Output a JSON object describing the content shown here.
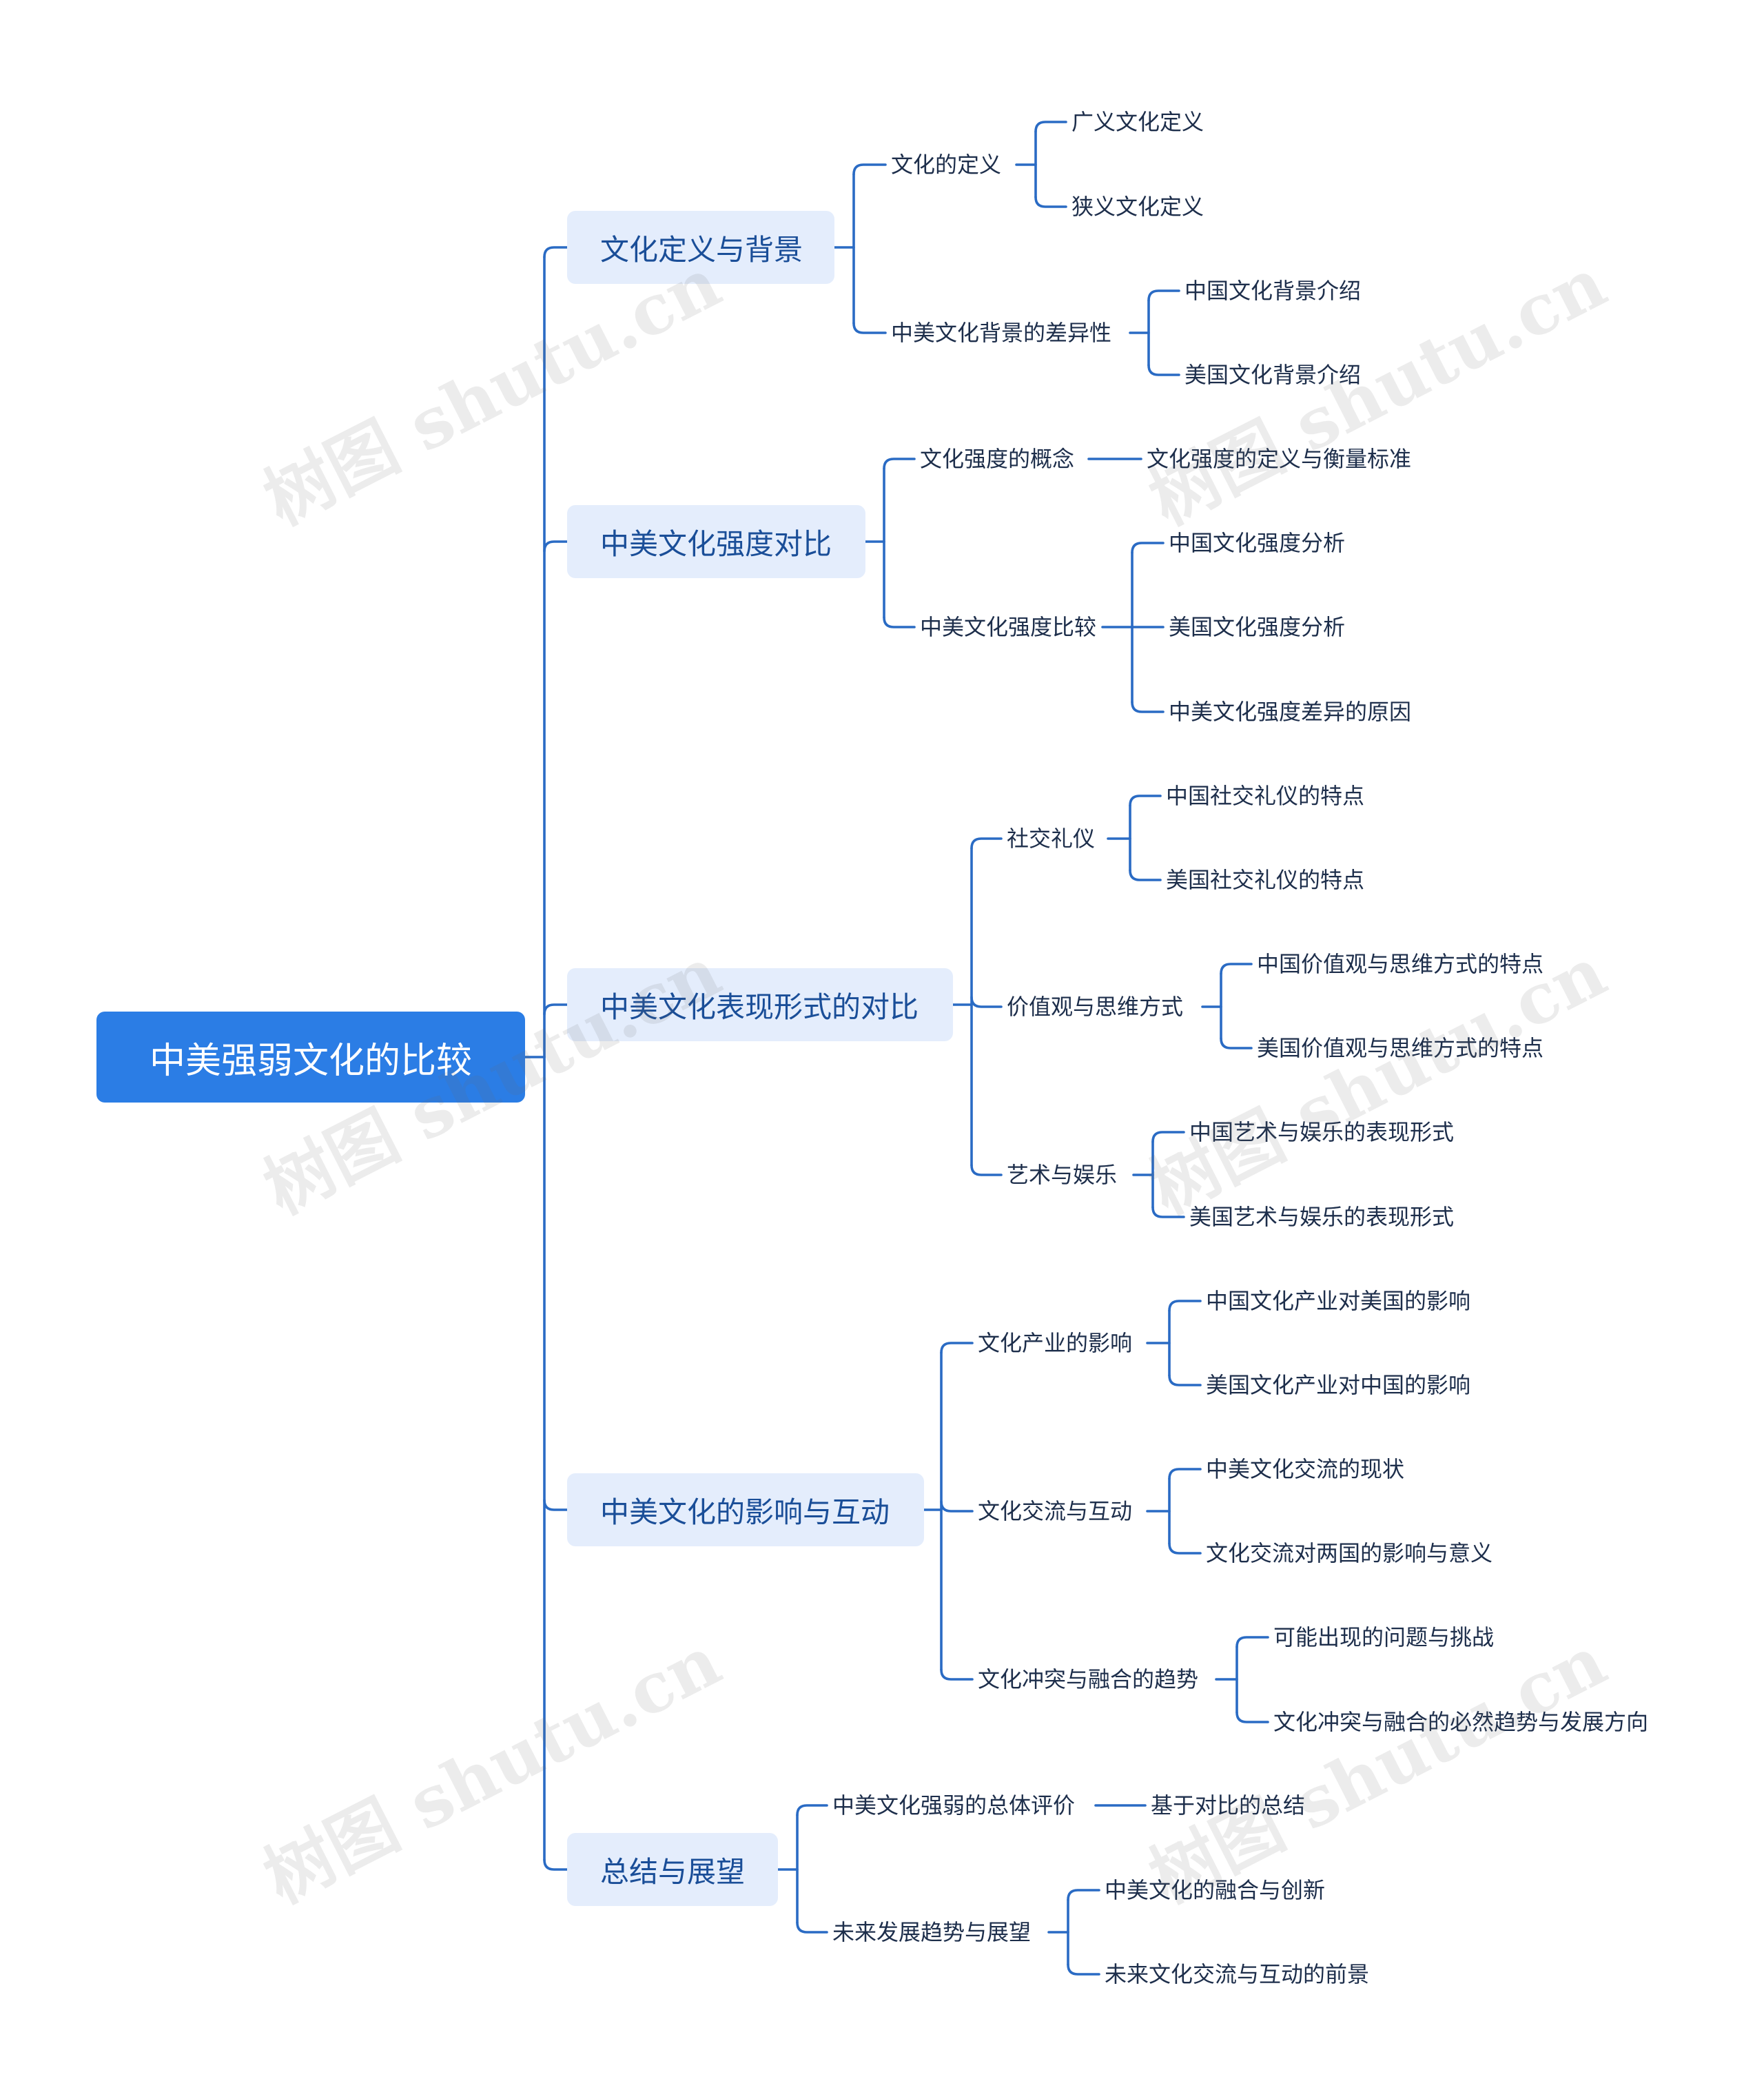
{
  "root": "中美强弱文化的比较",
  "watermark": "树图 shutu.cn",
  "branches": [
    {
      "label": "文化定义与背景",
      "children": [
        {
          "label": "文化的定义",
          "children": [
            "广义文化定义",
            "狭义文化定义"
          ]
        },
        {
          "label": "中美文化背景的差异性",
          "children": [
            "中国文化背景介绍",
            "美国文化背景介绍"
          ]
        }
      ]
    },
    {
      "label": "中美文化强度对比",
      "children": [
        {
          "label": "文化强度的概念",
          "children": [
            "文化强度的定义与衡量标准"
          ]
        },
        {
          "label": "中美文化强度比较",
          "children": [
            "中国文化强度分析",
            "美国文化强度分析",
            "中美文化强度差异的原因"
          ]
        }
      ]
    },
    {
      "label": "中美文化表现形式的对比",
      "children": [
        {
          "label": "社交礼仪",
          "children": [
            "中国社交礼仪的特点",
            "美国社交礼仪的特点"
          ]
        },
        {
          "label": "价值观与思维方式",
          "children": [
            "中国价值观与思维方式的特点",
            "美国价值观与思维方式的特点"
          ]
        },
        {
          "label": "艺术与娱乐",
          "children": [
            "中国艺术与娱乐的表现形式",
            "美国艺术与娱乐的表现形式"
          ]
        }
      ]
    },
    {
      "label": "中美文化的影响与互动",
      "children": [
        {
          "label": "文化产业的影响",
          "children": [
            "中国文化产业对美国的影响",
            "美国文化产业对中国的影响"
          ]
        },
        {
          "label": "文化交流与互动",
          "children": [
            "中美文化交流的现状",
            "文化交流对两国的影响与意义"
          ]
        },
        {
          "label": "文化冲突与融合的趋势",
          "children": [
            "可能出现的问题与挑战",
            "文化冲突与融合的必然趋势与发展方向"
          ]
        }
      ]
    },
    {
      "label": "总结与展望",
      "children": [
        {
          "label": "中美文化强弱的总体评价",
          "children": [
            "基于对比的总结"
          ]
        },
        {
          "label": "未来发展趋势与展望",
          "children": [
            "中美文化的融合与创新",
            "未来文化交流与互动的前景"
          ]
        }
      ]
    }
  ],
  "colors": {
    "root": "#2b7de5",
    "branch_bg": "#e4edfc",
    "branch_text": "#1a4e98",
    "connector": "#2a6bc4",
    "text": "#1d2e4b"
  }
}
